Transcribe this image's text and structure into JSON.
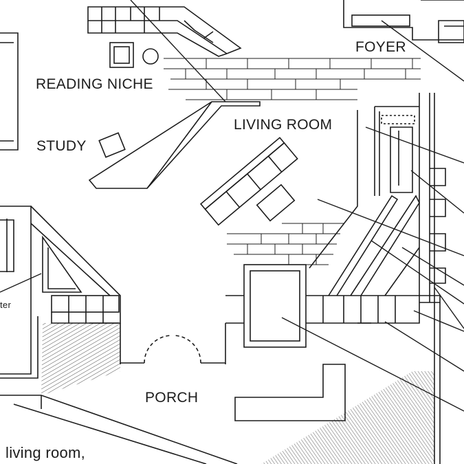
{
  "labels": {
    "foyer": "FOYER",
    "reading_niche": "READING NICHE",
    "study": "STUDY",
    "living_room": "LIVING ROOM",
    "porch": "PORCH",
    "heater_fragment": "ter",
    "caption_fragment": "living room,"
  },
  "colors": {
    "ink": "#1c1c1c",
    "paper": "#ffffff"
  }
}
